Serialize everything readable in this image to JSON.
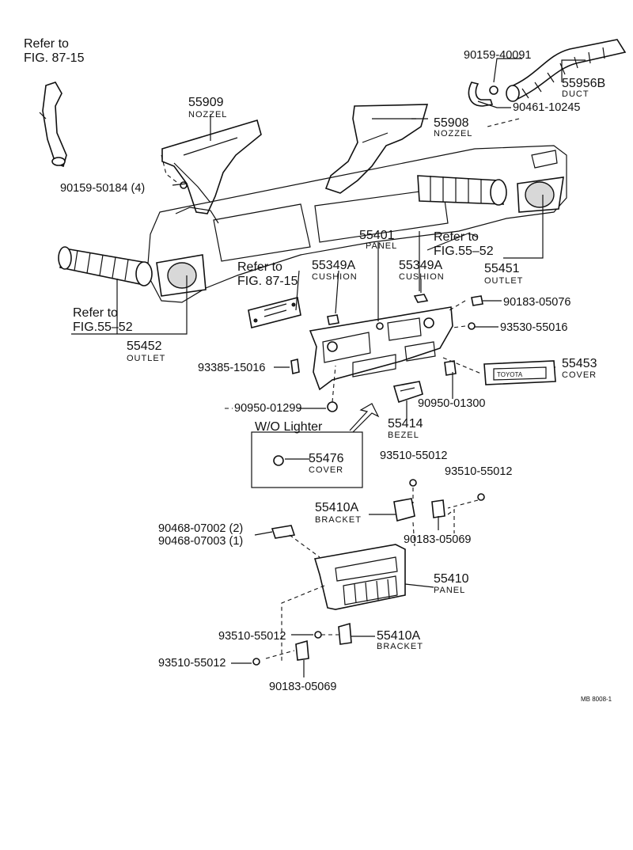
{
  "refs": {
    "fig87_15_a": [
      "Refer to",
      "FIG. 87-15"
    ],
    "fig87_15_b": [
      "Refer to",
      "FIG. 87-15"
    ],
    "fig55_52_a": [
      "Refer to",
      "FIG.55–52"
    ],
    "fig55_52_b": [
      "Refer to",
      "FIG.55–52"
    ]
  },
  "parts": {
    "p55909": {
      "num": "55909",
      "name": "NOZZEL"
    },
    "p55908": {
      "num": "55908",
      "name": "NOZZEL"
    },
    "p55956B": {
      "num": "55956B",
      "name": "DUCT"
    },
    "p55401": {
      "num": "55401",
      "name": "PANEL"
    },
    "p55349A_1": {
      "num": "55349A",
      "name": "CUSHION"
    },
    "p55349A_2": {
      "num": "55349A",
      "name": "CUSHION"
    },
    "p55451": {
      "num": "55451",
      "name": "OUTLET"
    },
    "p55452": {
      "num": "55452",
      "name": "OUTLET"
    },
    "p55453": {
      "num": "55453",
      "name": "COVER"
    },
    "p55414": {
      "num": "55414",
      "name": "BEZEL"
    },
    "p55476": {
      "num": "55476",
      "name": "COVER"
    },
    "p55410A_1": {
      "num": "55410A",
      "name": "BRACKET"
    },
    "p55410A_2": {
      "num": "55410A",
      "name": "BRACKET"
    },
    "p55410": {
      "num": "55410",
      "name": "PANEL"
    }
  },
  "fasteners": {
    "f90159_40091": "90159-40091",
    "f90461_10245": "90461-10245",
    "f90159_50184": "90159-50184 (4)",
    "f90183_05076": "90183-05076",
    "f93530_55016": "93530-55016",
    "f93385_15016": "93385-15016",
    "f90950_01299": "90950-01299",
    "f90950_01300": "90950-01300",
    "f93510_55012_a": "93510-55012",
    "f93510_55012_b": "93510-55012",
    "f90183_05069_a": "90183-05069",
    "f90468_07002": "90468-07002 (2)",
    "f90468_07003": "90468-07003 (1)",
    "f93510_55012_c": "93510-55012",
    "f93510_55012_d": "93510-55012",
    "f90183_05069_b": "90183-05069"
  },
  "wo_lighter": "W/O Lighter",
  "cover_badge": "TOYOTA",
  "footer_code": "MB  8008-1"
}
